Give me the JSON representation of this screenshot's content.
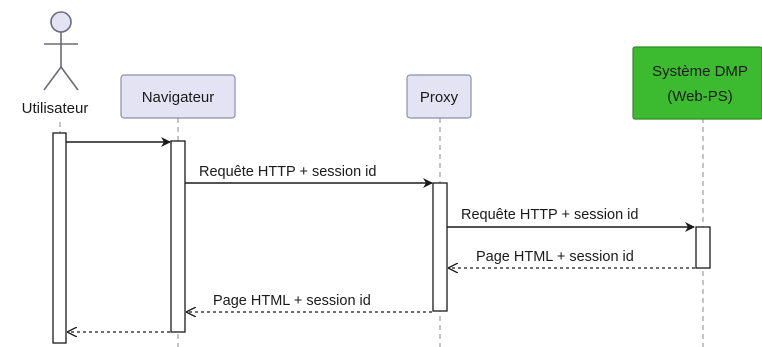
{
  "diagram": {
    "actor": {
      "label": "Utilisateur"
    },
    "participants": [
      {
        "label": "Navigateur"
      },
      {
        "label": "Proxy"
      },
      {
        "label_line1": "Système DMP",
        "label_line2": "(Web-PS)",
        "color": "#3dbb30"
      }
    ],
    "messages": [
      {
        "label": ""
      },
      {
        "label": "Requête HTTP + session id"
      },
      {
        "label": "Requête HTTP + session id"
      },
      {
        "label": "Page HTML + session id"
      },
      {
        "label": "Page HTML + session id"
      },
      {
        "label": ""
      }
    ]
  }
}
